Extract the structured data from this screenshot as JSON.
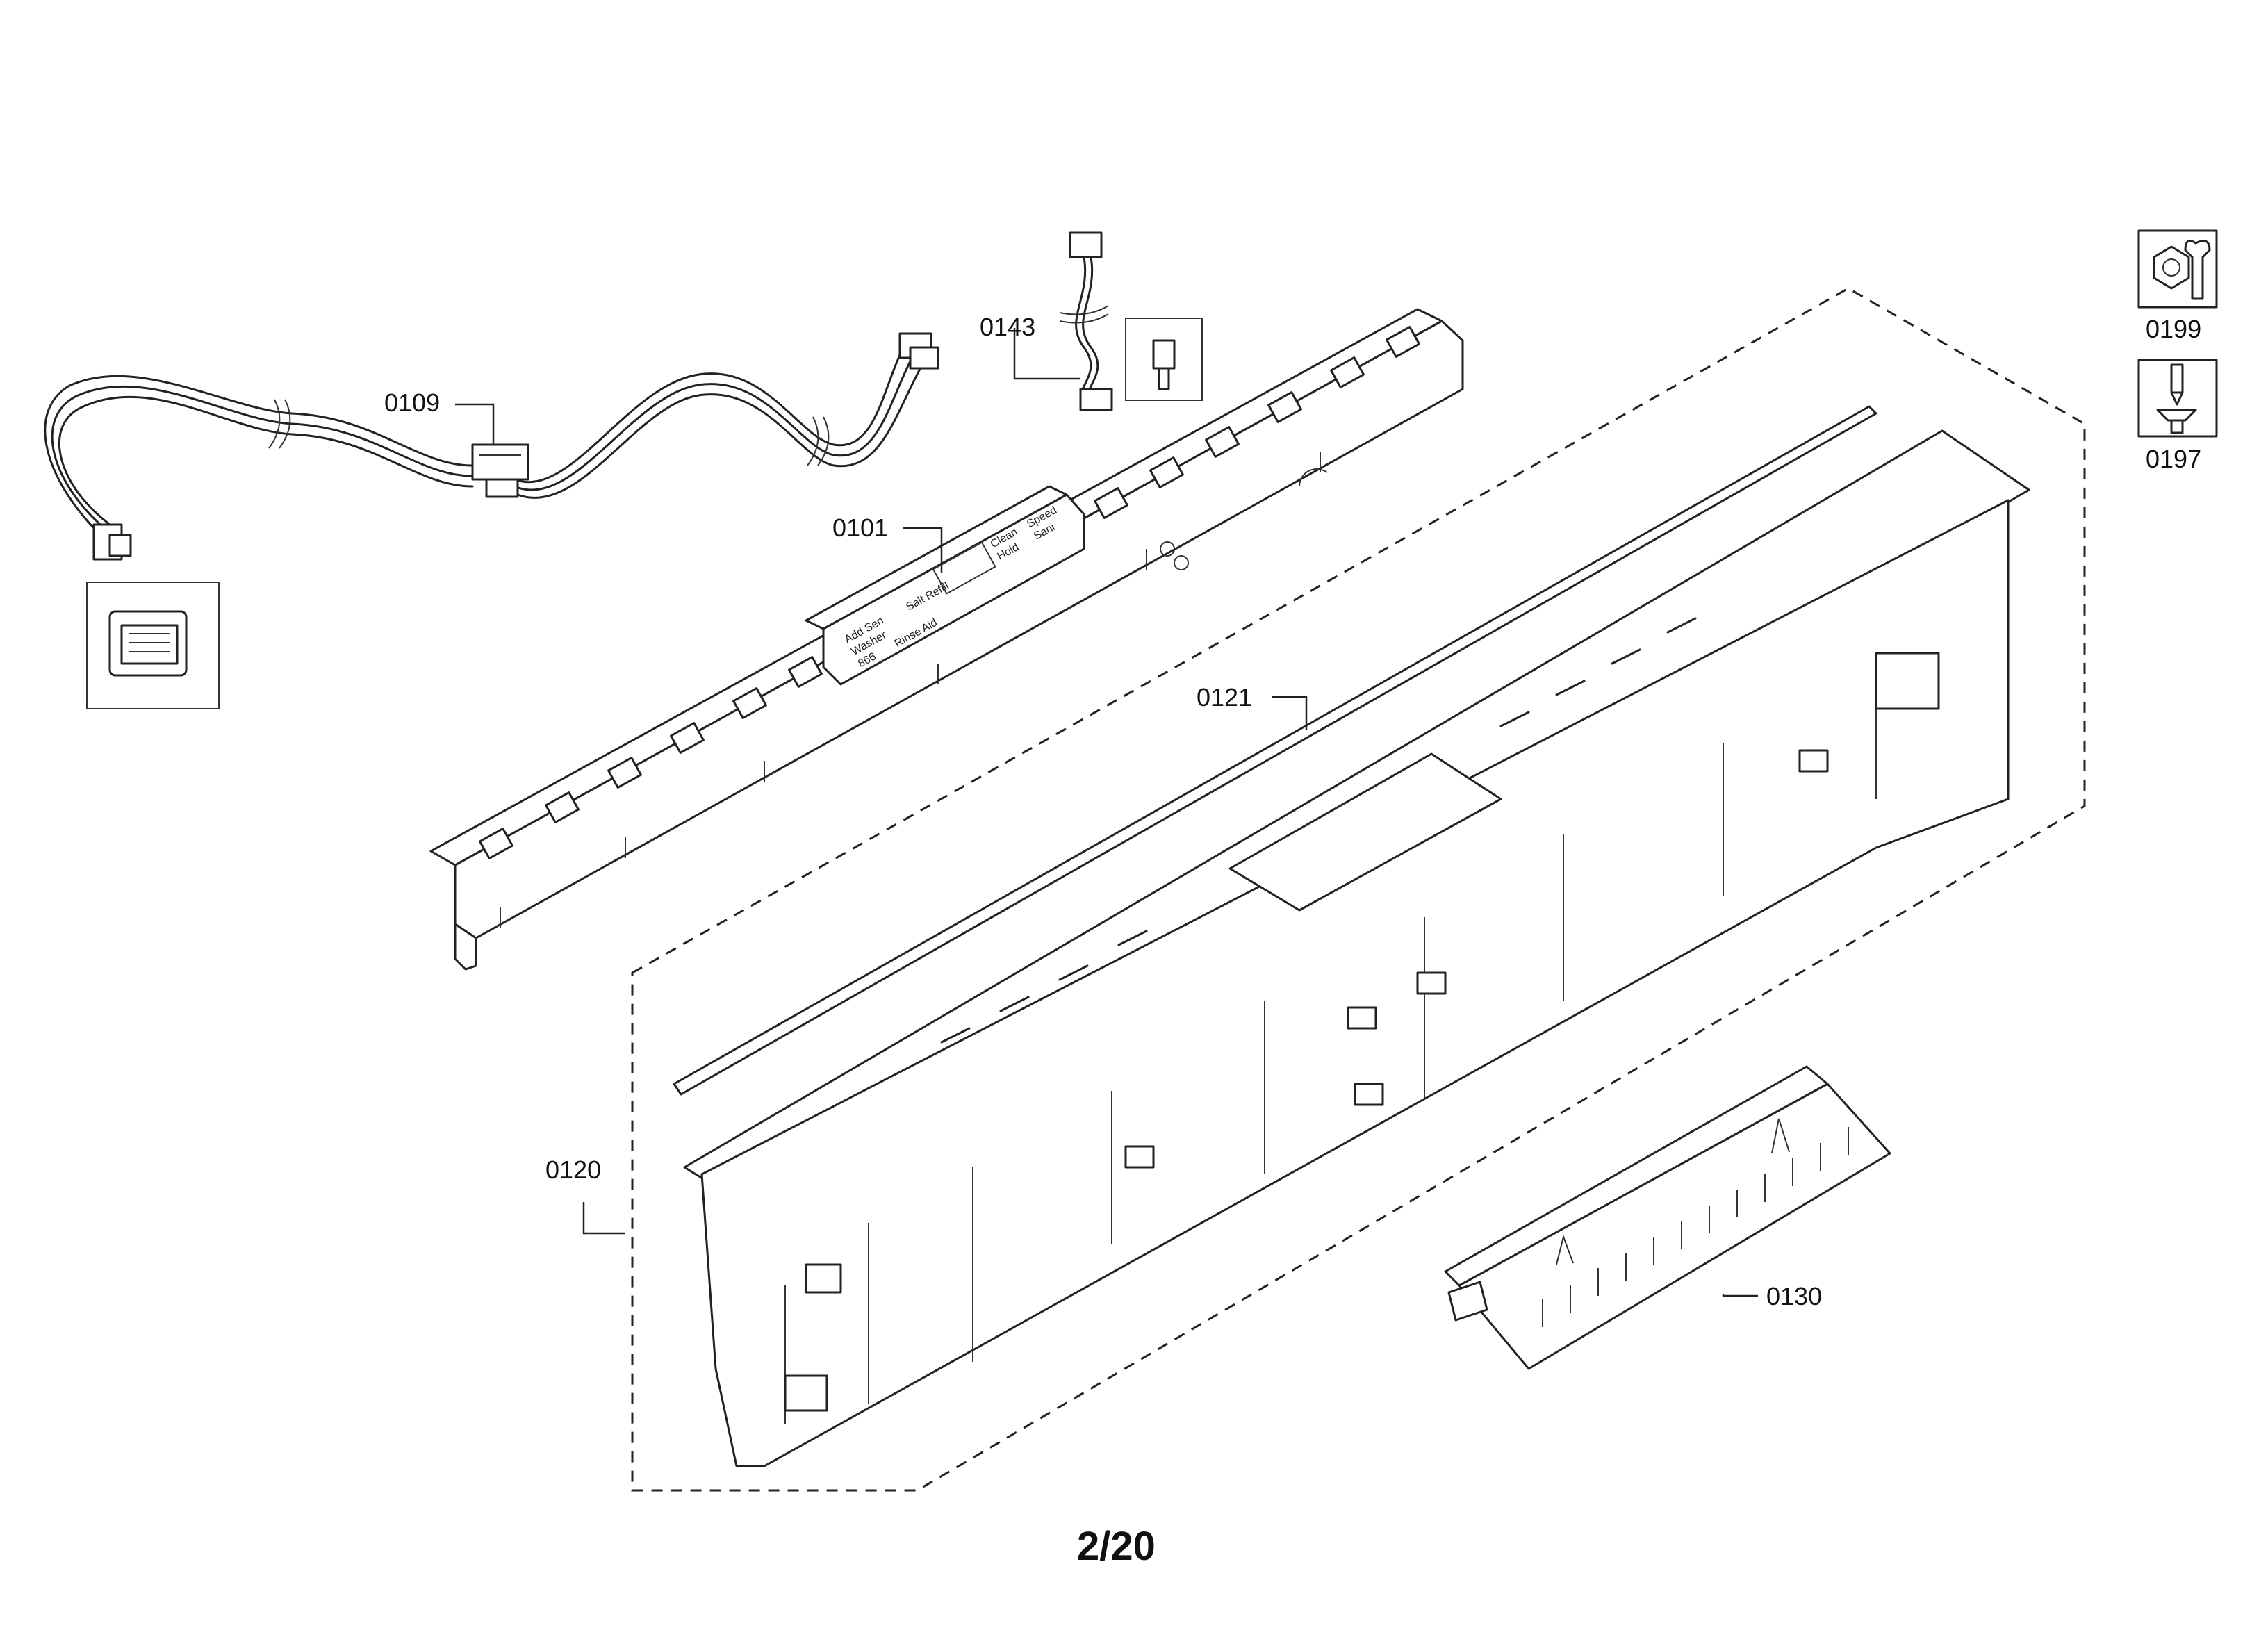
{
  "diagram": {
    "page_number": "2/20",
    "parts": [
      {
        "id": "0109",
        "label": "0109"
      },
      {
        "id": "0143",
        "label": "0143"
      },
      {
        "id": "0101",
        "label": "0101"
      },
      {
        "id": "0121",
        "label": "0121"
      },
      {
        "id": "0120",
        "label": "0120"
      },
      {
        "id": "0130",
        "label": "0130"
      },
      {
        "id": "0199",
        "label": "0199"
      },
      {
        "id": "0197",
        "label": "0197"
      }
    ],
    "display_module_text": [
      "Add Sen",
      "Washer",
      "866",
      "Rinse Aid",
      "Salt Refill",
      "Clean",
      "Hold",
      "Speed",
      "Sani"
    ],
    "icons": {
      "tool_0199": "nut-wrench-icon",
      "tool_0197": "screwdriver-screw-icon"
    }
  }
}
